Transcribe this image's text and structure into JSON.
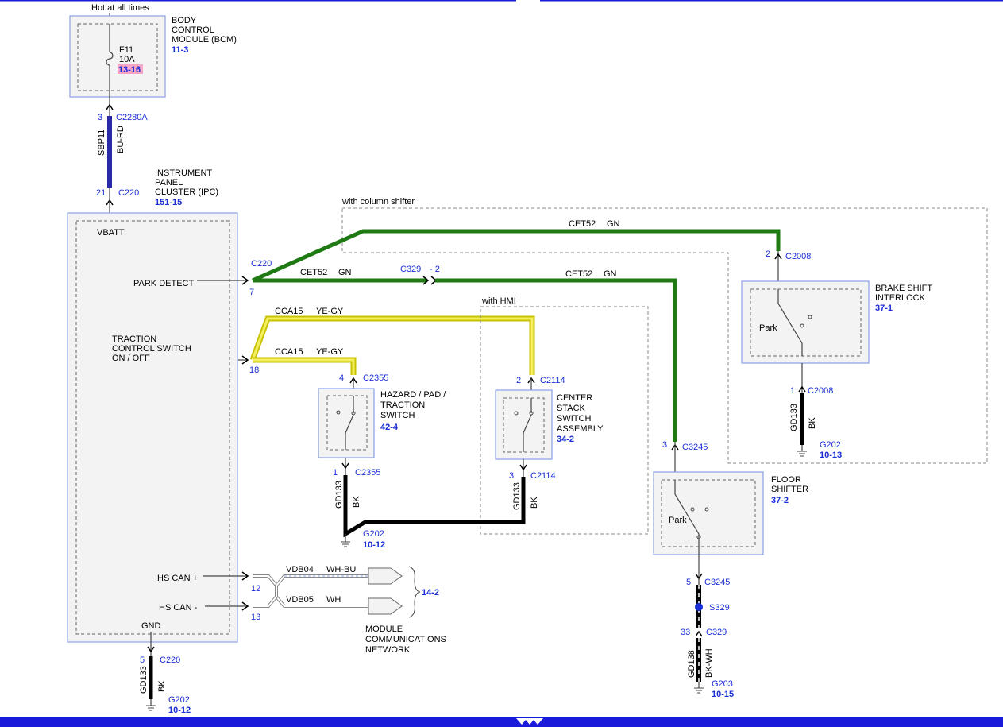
{
  "header": {
    "hot_label": "Hot at all times"
  },
  "bcm": {
    "name_lines": [
      "BODY",
      "CONTROL",
      "MODULE (BCM)"
    ],
    "ref": "11-3",
    "fuse": "F11",
    "amps": "10A",
    "fuse_ref": "13-16"
  },
  "c2280a": {
    "pin": "3",
    "conn": "C2280A",
    "circuit": "SBP11",
    "color": "BU-RD"
  },
  "ipc": {
    "pin": "21",
    "conn": "C220",
    "name_lines": [
      "INSTRUMENT",
      "PANEL",
      "CLUSTER (IPC)"
    ],
    "ref": "151-15",
    "vbatt": "VBATT",
    "park_detect": "PARK DETECT",
    "traction_lines": [
      "TRACTION",
      "CONTROL SWITCH",
      "ON / OFF"
    ],
    "hs_can_plus": "HS CAN +",
    "hs_can_minus": "HS CAN -",
    "gnd": "GND"
  },
  "c220_park": {
    "conn": "C220",
    "pin": "7"
  },
  "c220_traction": {
    "pin": "18"
  },
  "column_shifter": {
    "label": "with column shifter"
  },
  "cet52_top": {
    "circuit": "CET52",
    "color": "GN"
  },
  "cet52_mid": {
    "circuit": "CET52",
    "color": "GN"
  },
  "cet52_right": {
    "circuit": "CET52",
    "color": "GN"
  },
  "c329_inline": {
    "conn": "C329",
    "pin": "- 2"
  },
  "cca15_top": {
    "circuit": "CCA15",
    "color": "YE-GY"
  },
  "cca15_bottom": {
    "circuit": "CCA15",
    "color": "YE-GY"
  },
  "hmi": {
    "label": "with HMI"
  },
  "hazard": {
    "pin_top": "4",
    "conn_top": "C2355",
    "name_lines": [
      "HAZARD / PAD /",
      "TRACTION",
      "SWITCH"
    ],
    "ref": "42-4",
    "pin_bottom": "1",
    "conn_bottom": "C2355",
    "circuit": "GD133",
    "color": "BK"
  },
  "center_stack": {
    "pin_top": "2",
    "conn_top": "C2114",
    "name_lines": [
      "CENTER",
      "STACK",
      "SWITCH",
      "ASSEMBLY"
    ],
    "ref": "34-2",
    "pin_bottom": "3",
    "conn_bottom": "C2114",
    "circuit": "GD133",
    "color": "BK"
  },
  "g202_mid": {
    "name": "G202",
    "ref": "10-12"
  },
  "brake_shift": {
    "pin_top": "2",
    "conn_top": "C2008",
    "name_lines": [
      "BRAKE SHIFT",
      "INTERLOCK"
    ],
    "ref": "37-1",
    "park": "Park",
    "pin_bottom": "1",
    "conn_bottom": "C2008",
    "circuit": "GD133",
    "color": "BK",
    "ground": "G202",
    "ground_ref": "10-13"
  },
  "floor_shifter": {
    "pin_top": "3",
    "conn_top": "C3245",
    "name_lines": [
      "FLOOR",
      "SHIFTER"
    ],
    "ref": "37-2",
    "park": "Park",
    "pin_bottom": "5",
    "conn_bottom": "C3245",
    "splice": "S329",
    "pin_c329": "33",
    "conn_c329": "C329",
    "circuit": "GD138",
    "color": "BK-WH",
    "ground": "G203",
    "ground_ref": "10-15"
  },
  "can": {
    "pin_plus": "12",
    "pin_minus": "13",
    "circuit_plus": "VDB04",
    "color_plus": "WH-BU",
    "circuit_minus": "VDB05",
    "color_minus": "WH",
    "ref": "14-2",
    "network_lines": [
      "MODULE",
      "COMMUNICATIONS",
      "NETWORK"
    ]
  },
  "ipc_ground": {
    "pin": "5",
    "conn": "C220",
    "circuit": "GD133",
    "color": "BK",
    "ground": "G202",
    "ground_ref": "10-12"
  },
  "colors": {
    "green_wire": "#1f7a14",
    "yellow_wire": "#e6e000",
    "blue_wire": "#2a2aa8",
    "black_wire": "#000000",
    "link_blue": "#1a2fd6",
    "frame_blue": "#1a1adb",
    "fuse_highlight": "#f6a6c8"
  }
}
